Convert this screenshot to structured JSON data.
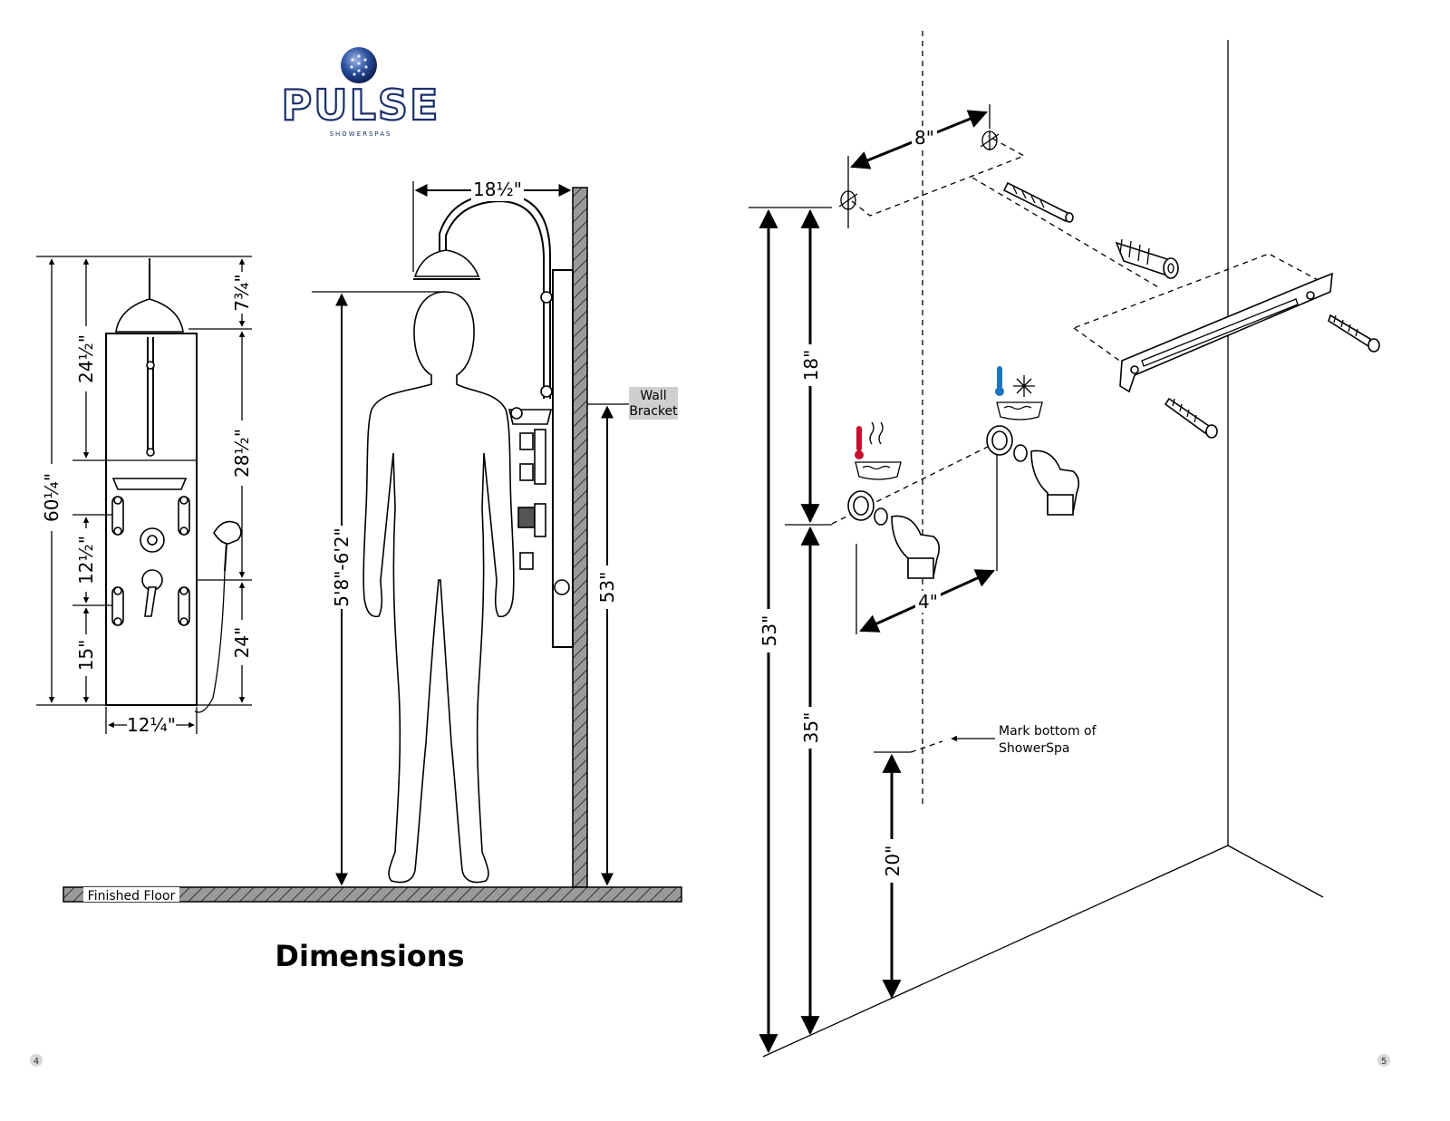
{
  "brand": {
    "name": "PULSE",
    "tagline": "SHOWERSPAS",
    "color_primary": "#1b2f6a",
    "color_globe": "#2a4f9e"
  },
  "left_page": {
    "title": "Dimensions",
    "page_number": "4",
    "panel_dims": {
      "total_height": "60¼\"",
      "head_to_body": "24½\"",
      "jet_spacing": "12½\"",
      "bottom_jet": "15\"",
      "head_top": "7¾\"",
      "body_to_hose": "28½\"",
      "hose_to_floor": "24\"",
      "width": "12¼\""
    },
    "side_dims": {
      "arm_reach": "18½\"",
      "person_height": "5'8\"-6'2\"",
      "bracket_height": "53\""
    },
    "labels": {
      "wall_bracket_line1": "Wall",
      "wall_bracket_line2": "Bracket",
      "finished_floor": "Finished Floor"
    }
  },
  "right_page": {
    "page_number": "5",
    "dims": {
      "bracket_holes": "8\"",
      "to_inlets": "18\"",
      "inlet_spacing": "4\"",
      "total": "53\"",
      "inlets_to_mark": "35\"",
      "mark_to_floor": "20\""
    },
    "labels": {
      "mark_line1": "Mark bottom of",
      "mark_line2": "ShowerSpa"
    },
    "colors": {
      "hot": "#c8102e",
      "cold": "#1e73be"
    }
  }
}
